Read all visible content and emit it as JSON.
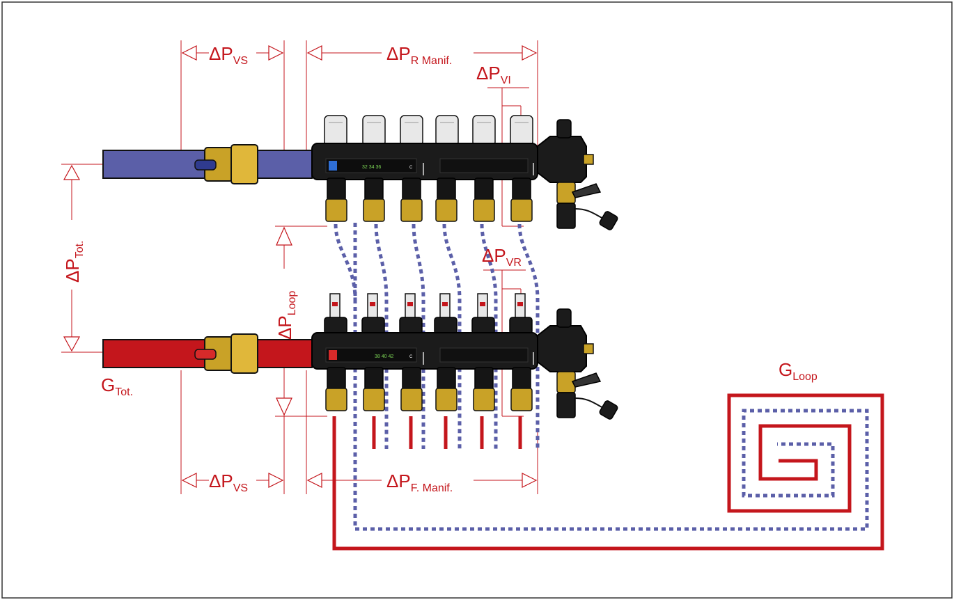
{
  "diagram": {
    "colors": {
      "accent": "#c4161c",
      "supply": "#c4161c",
      "return": "#5b5fa8",
      "brass": "#c9a227",
      "manifold": "#1b1b1b"
    },
    "labels": {
      "dp_vs_top": {
        "main": "ΔP",
        "sub": "VS"
      },
      "dp_vs_bottom": {
        "main": "ΔP",
        "sub": "VS"
      },
      "dp_r_manif": {
        "main": "ΔP",
        "sub": "R Manif."
      },
      "dp_f_manif": {
        "main": "ΔP",
        "sub": "F. Manif."
      },
      "dp_vi": {
        "main": "ΔP",
        "sub": "VI"
      },
      "dp_vr": {
        "main": "ΔP",
        "sub": "VR"
      },
      "dp_tot": {
        "main": "ΔP",
        "sub": "Tot."
      },
      "dp_loop": {
        "main": "ΔP",
        "sub": "Loop"
      },
      "g_tot": {
        "main": "G",
        "sub": "Tot."
      },
      "g_loop": {
        "main": "G",
        "sub": "Loop"
      }
    },
    "return_manifold": {
      "scale_text": "32 34 36",
      "end_letter": "C",
      "outlets": 6
    },
    "supply_manifold": {
      "scale_text": "38 40 42",
      "end_letter": "C",
      "outlets": 6
    }
  }
}
